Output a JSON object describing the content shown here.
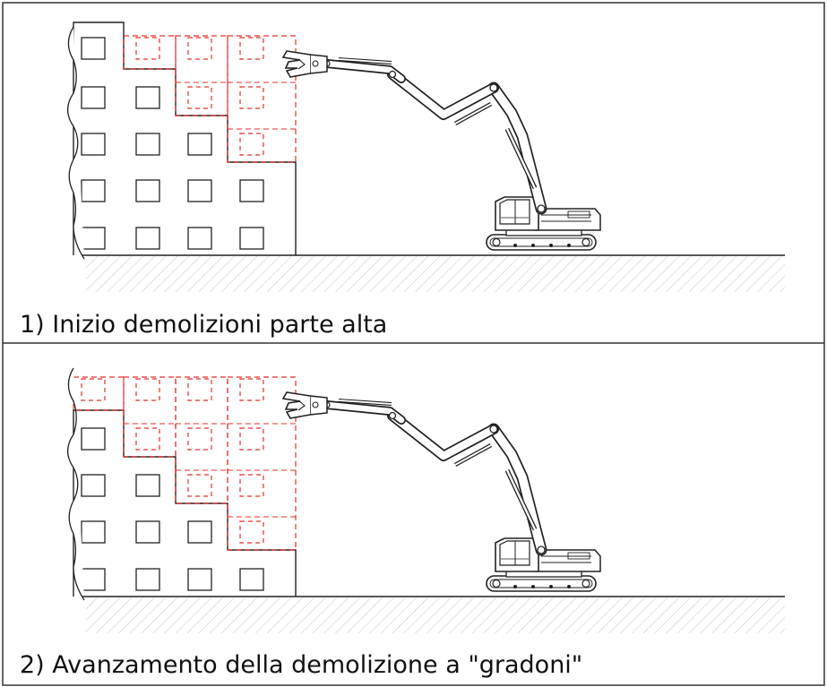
{
  "panels": [
    {
      "caption": "1) Inizio demolizioni parte alta",
      "building_step_floors": [
        5,
        4,
        3,
        2
      ],
      "demolished_windows": [
        [
          0,
          1
        ],
        [
          0,
          2
        ],
        [
          0,
          3
        ],
        [
          1,
          2
        ],
        [
          1,
          3
        ],
        [
          2,
          3
        ]
      ]
    },
    {
      "caption": "2) Avanzamento della demolizione a \"gradoni\"",
      "building_step_floors": [
        4,
        3,
        2,
        1
      ],
      "demolished_windows": [
        [
          0,
          0
        ],
        [
          0,
          1
        ],
        [
          0,
          2
        ],
        [
          0,
          3
        ],
        [
          1,
          1
        ],
        [
          1,
          2
        ],
        [
          1,
          3
        ],
        [
          2,
          2
        ],
        [
          2,
          3
        ],
        [
          3,
          3
        ]
      ]
    }
  ],
  "colors": {
    "line": "#222222",
    "demolished": "#e0302e",
    "hatch": "#bdbdbd",
    "frame": "#333333"
  }
}
